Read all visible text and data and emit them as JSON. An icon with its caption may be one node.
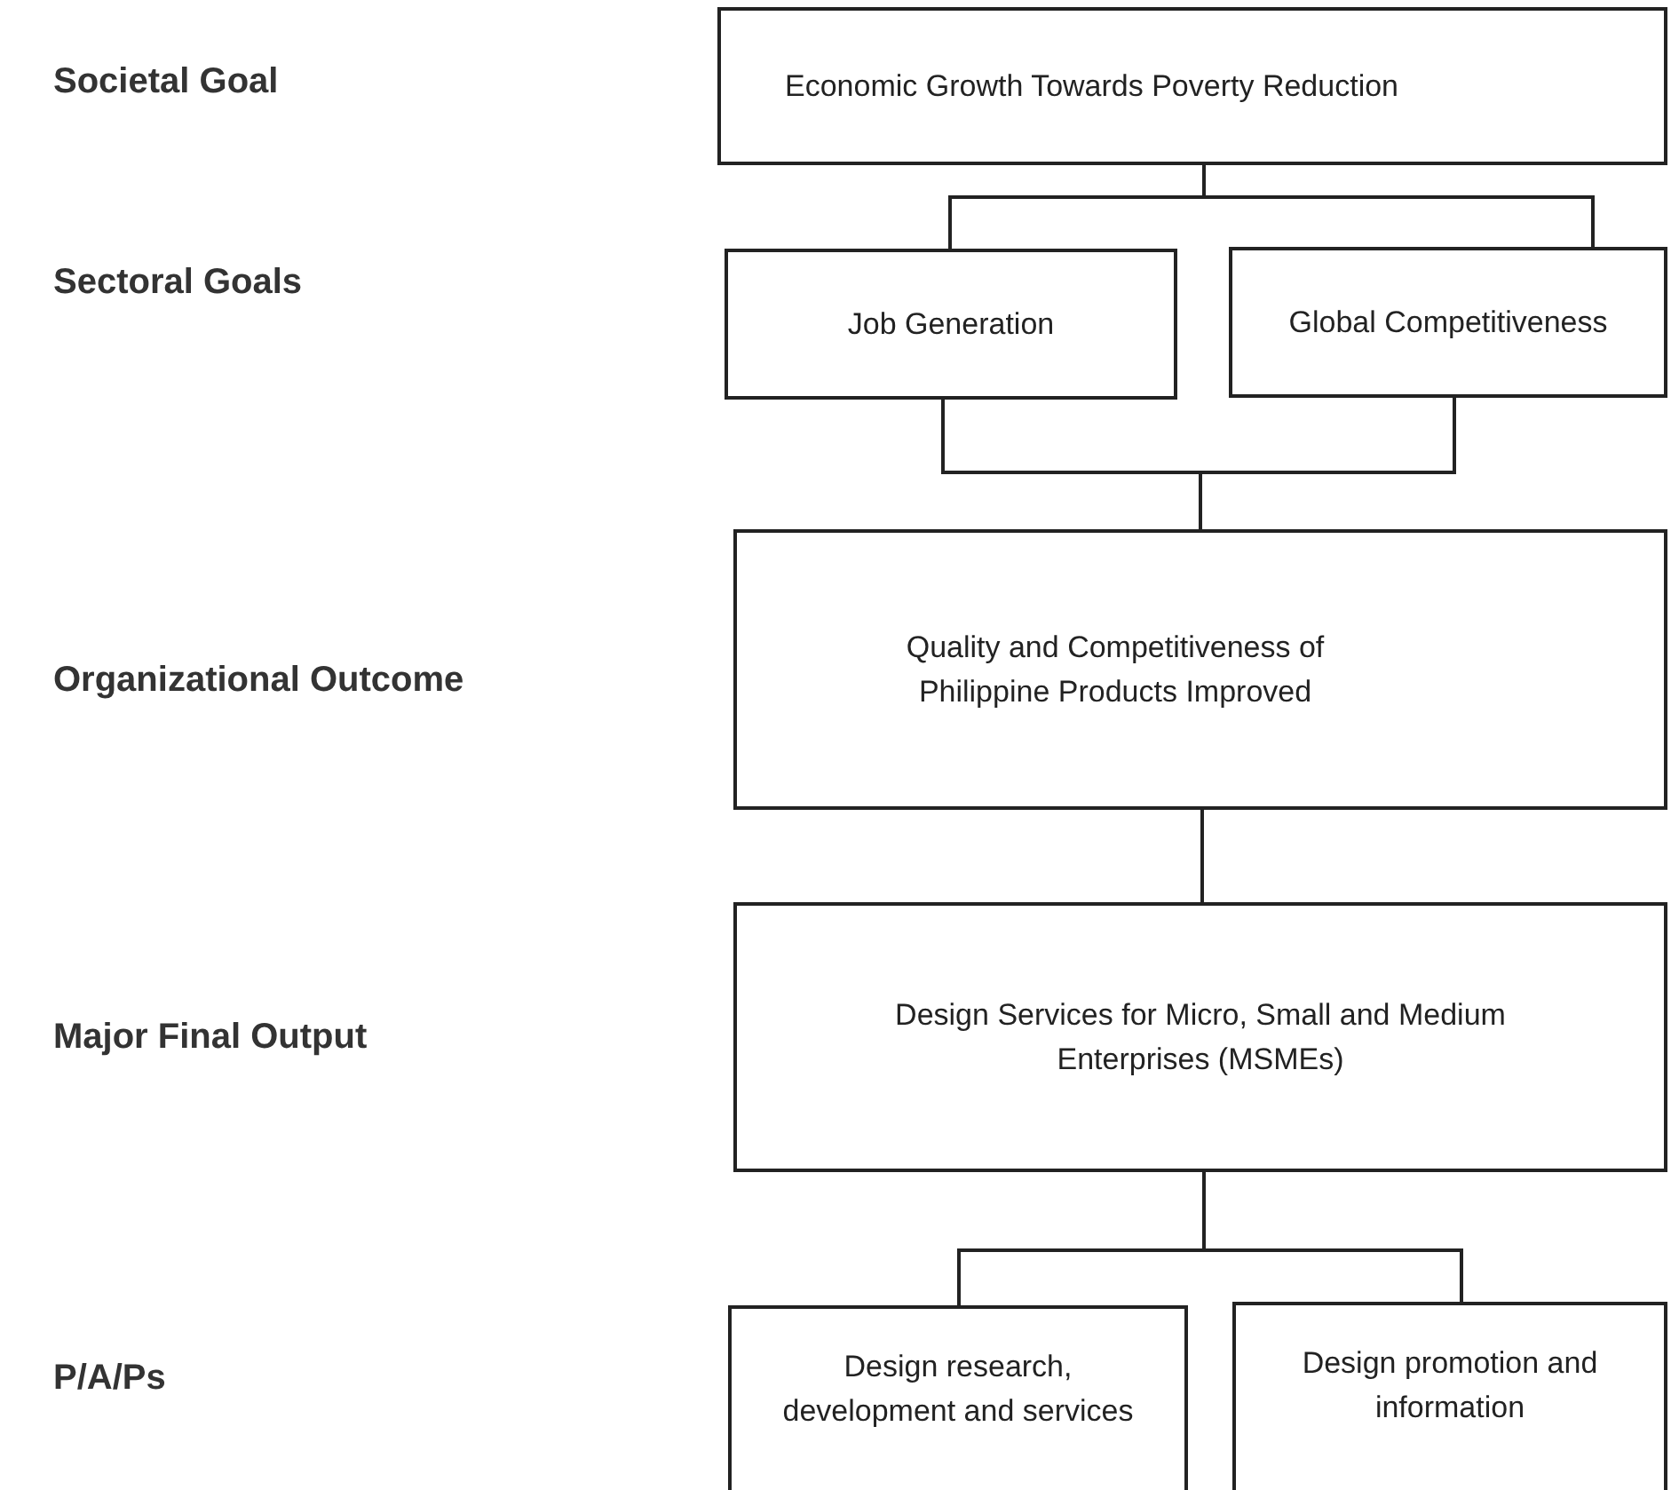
{
  "diagram": {
    "nodes": [
      {
        "text": [
          "Economic Growth Towards Poverty Reduction"
        ]
      },
      {
        "text": [
          "Job Generation"
        ]
      },
      {
        "text": [
          "Global Competitiveness"
        ]
      },
      {
        "text": [
          "Quality and Competitiveness of Philippine Products Improved"
        ]
      },
      {
        "text": [
          "Design Services for Micro, Small and Medium Enterprises (MSMEs)"
        ]
      },
      {
        "text": [
          "Design research, development and services"
        ]
      },
      {
        "text": [
          "Design promotion and information"
        ]
      }
    ],
    "edges": [
      {
        "from": 0,
        "to": 1,
        "arrow": "none"
      },
      {
        "from": 0,
        "to": 2,
        "arrow": "none"
      },
      {
        "from": 1,
        "to": 3,
        "arrow": "none"
      },
      {
        "from": 2,
        "to": 3,
        "arrow": "none"
      },
      {
        "from": 3,
        "to": 4,
        "arrow": "none"
      },
      {
        "from": 4,
        "to": 5,
        "arrow": "none"
      },
      {
        "from": 4,
        "to": 6,
        "arrow": "none"
      }
    ],
    "labels": [
      "Societal Goal",
      "Sectoral Goals",
      "Organizational Outcome",
      "Major Final Output",
      "P/A/Ps"
    ]
  }
}
